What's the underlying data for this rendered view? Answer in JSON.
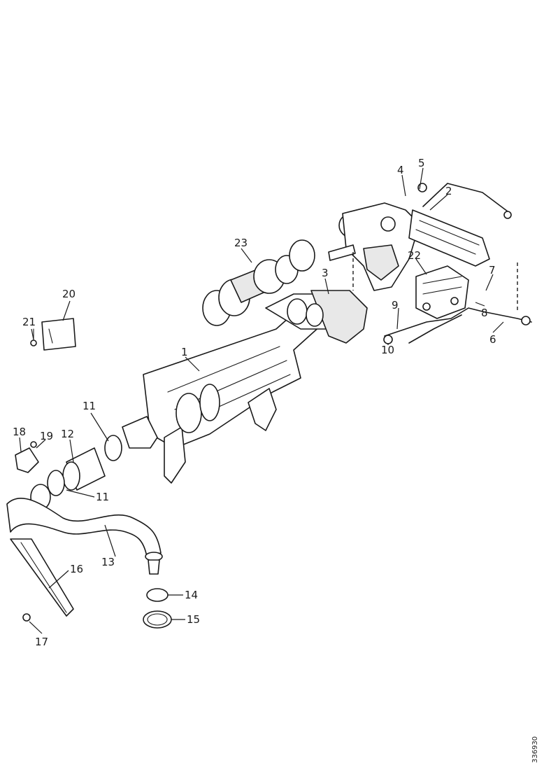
{
  "diagram": {
    "reference_code": "336930",
    "callouts": [
      {
        "id": "c1",
        "label": "1"
      },
      {
        "id": "c2",
        "label": "2"
      },
      {
        "id": "c3",
        "label": "3"
      },
      {
        "id": "c4",
        "label": "4"
      },
      {
        "id": "c5",
        "label": "5"
      },
      {
        "id": "c6",
        "label": "6"
      },
      {
        "id": "c7",
        "label": "7"
      },
      {
        "id": "c8",
        "label": "8"
      },
      {
        "id": "c9",
        "label": "9"
      },
      {
        "id": "c10",
        "label": "10"
      },
      {
        "id": "c11a",
        "label": "11"
      },
      {
        "id": "c11b",
        "label": "11"
      },
      {
        "id": "c12",
        "label": "12"
      },
      {
        "id": "c13",
        "label": "13"
      },
      {
        "id": "c14",
        "label": "14"
      },
      {
        "id": "c15",
        "label": "15"
      },
      {
        "id": "c16",
        "label": "16"
      },
      {
        "id": "c17",
        "label": "17"
      },
      {
        "id": "c18",
        "label": "18"
      },
      {
        "id": "c19",
        "label": "19"
      },
      {
        "id": "c20",
        "label": "20"
      },
      {
        "id": "c21",
        "label": "21"
      },
      {
        "id": "c22",
        "label": "22"
      },
      {
        "id": "c23",
        "label": "23"
      }
    ]
  }
}
